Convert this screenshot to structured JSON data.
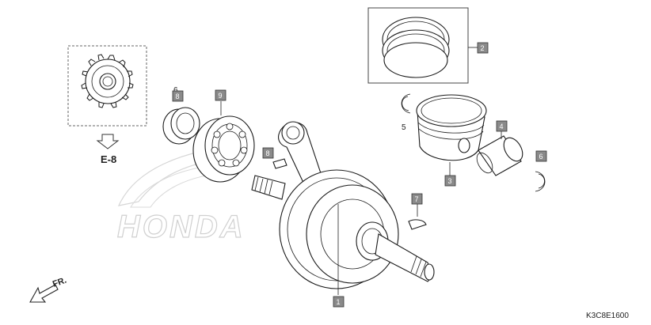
{
  "diagram": {
    "parts": [
      {
        "ref": "1",
        "name": "crankshaft"
      },
      {
        "ref": "2",
        "name": "piston-ring-set"
      },
      {
        "ref": "3",
        "name": "piston"
      },
      {
        "ref": "4",
        "name": "piston-pin"
      },
      {
        "ref": "5",
        "name": "piston-pin-clip-left"
      },
      {
        "ref": "6",
        "name": "piston-pin-clip-right"
      },
      {
        "ref": "6",
        "name": "oil-seal"
      },
      {
        "ref": "7",
        "name": "woodruff-key"
      },
      {
        "ref": "8",
        "name": "oil-seal-box"
      },
      {
        "ref": "8",
        "name": "key"
      },
      {
        "ref": "9",
        "name": "radial-bearing"
      }
    ],
    "callouts": {
      "crankshaft": "1",
      "ring_set": "2",
      "piston": "3",
      "pin": "4",
      "clip_left": "5",
      "clip_right": "6",
      "seal_plain": "6",
      "key_small": "7",
      "seal_box": "8",
      "key_upper": "8",
      "bearing": "9"
    },
    "reference_label": "E-8",
    "direction_label": "FR.",
    "diagram_code": "K3C8E1600",
    "watermark": "HONDA"
  }
}
